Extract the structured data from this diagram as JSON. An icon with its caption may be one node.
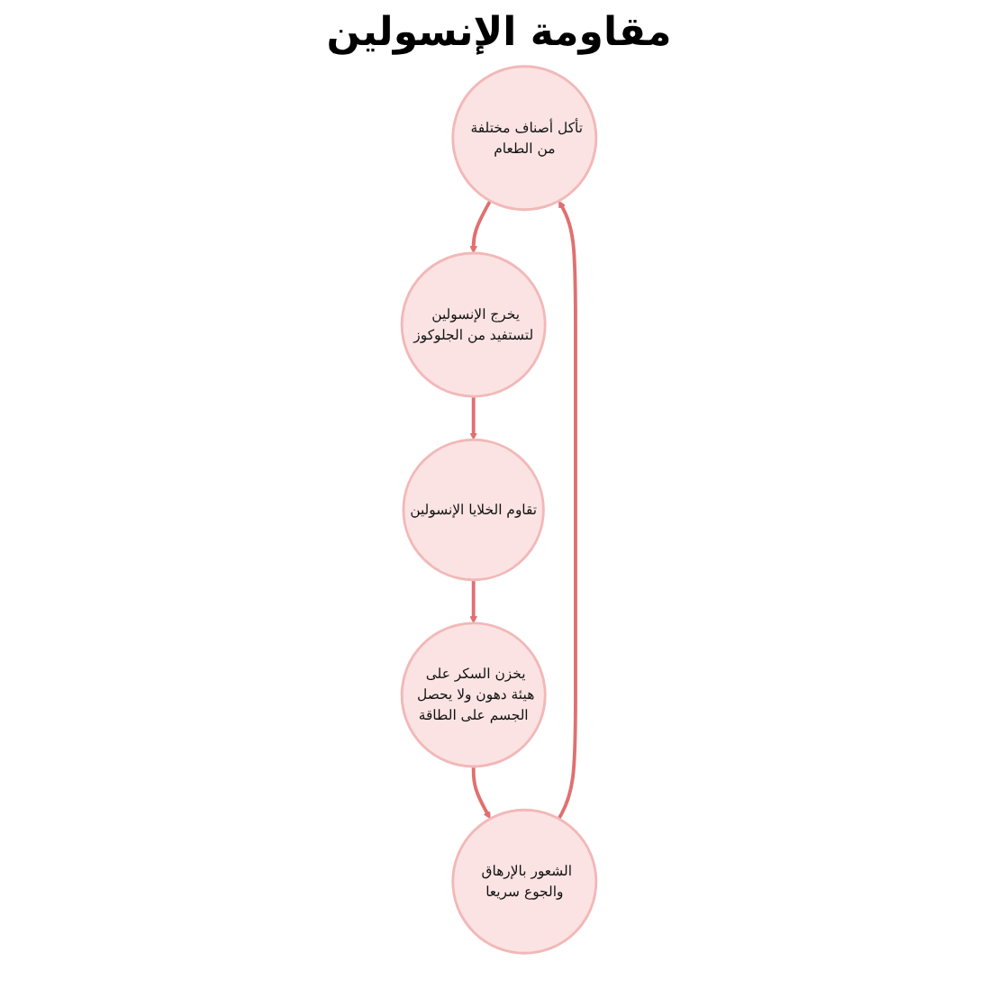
{
  "diagram": {
    "title": "مقاومة الإنسولين",
    "nodes": [
      {
        "text": [
          "تأكل أصناف مختلفة من الطعام"
        ]
      },
      {
        "text": [
          "يخرج الإنسولين لتستفيد من الجلوكوز"
        ]
      },
      {
        "text": [
          "تقاوم الخلايا الإنسولين"
        ]
      },
      {
        "text": [
          "يخزن السكر على هيئة دهون ولا يحصل الجسم على الطاقة"
        ]
      },
      {
        "text": [
          "الشعور بالإرهاق والجوع سريعا"
        ]
      }
    ],
    "edges": [
      {
        "from": 0,
        "to": 1,
        "arrow": "to"
      },
      {
        "from": 1,
        "to": 2,
        "arrow": "to"
      },
      {
        "from": 2,
        "to": 3,
        "arrow": "to"
      },
      {
        "from": 3,
        "to": 4,
        "arrow": "to"
      },
      {
        "from": 4,
        "to": 0,
        "arrow": "to"
      }
    ]
  }
}
